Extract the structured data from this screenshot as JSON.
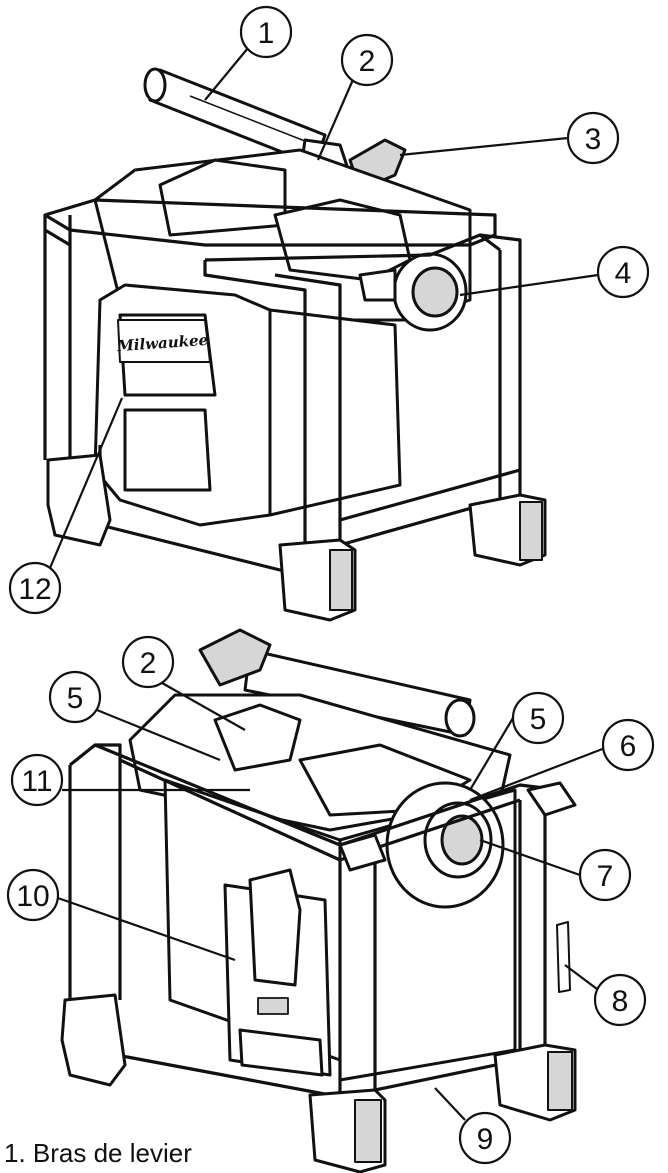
{
  "figures": [
    {
      "name": "top-view",
      "callouts": [
        "1",
        "2",
        "3",
        "4",
        "12"
      ],
      "logo_text": "Milwaukee"
    },
    {
      "name": "bottom-view",
      "callouts": [
        "2",
        "5",
        "5",
        "6",
        "11",
        "10",
        "7",
        "8",
        "9"
      ]
    }
  ],
  "legend": {
    "items": [
      "1. Bras de levier"
    ]
  },
  "colors": {
    "line": "#111111",
    "fill_light": "#ffffff",
    "fill_grey": "#d6d6d6"
  }
}
